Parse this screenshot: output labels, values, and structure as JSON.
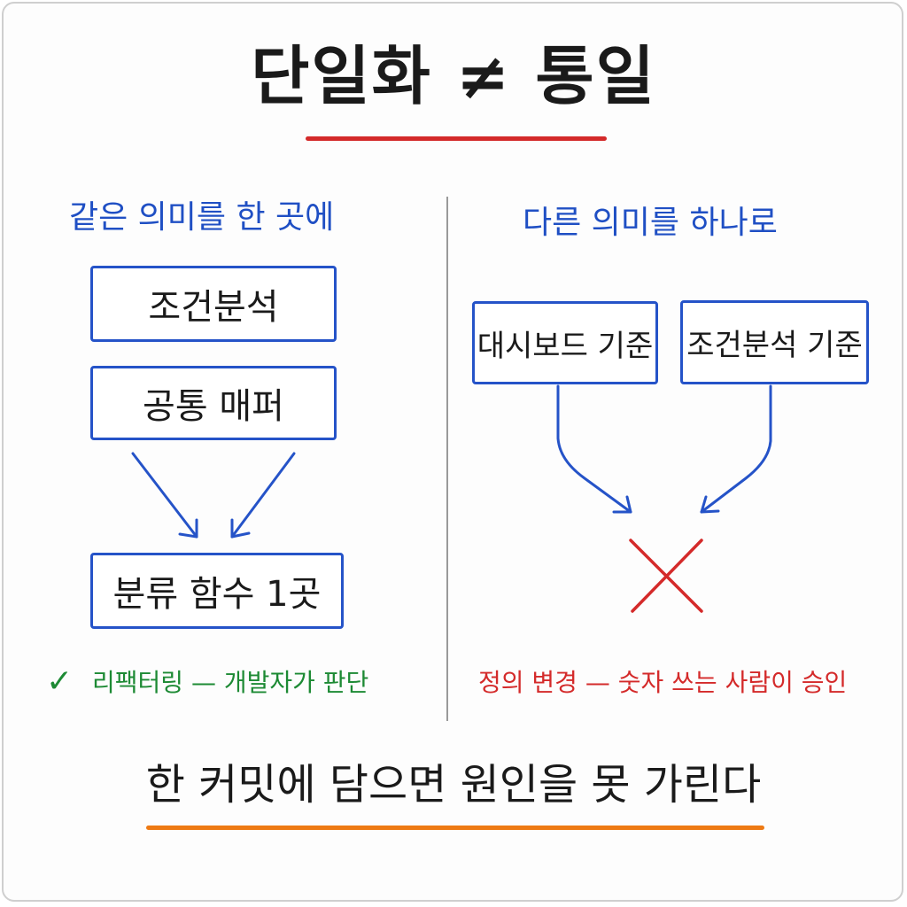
{
  "title": "단일화 ≠ 통일",
  "left": {
    "heading": "같은 의미를 한 곳에",
    "boxes": [
      "조건분석",
      "공통 매퍼"
    ],
    "result": "분류 함수 1곳",
    "note_mark": "✓",
    "note": "리팩터링 — 개발자가 판단"
  },
  "right": {
    "heading": "다른 의미를 하나로",
    "boxes": [
      "대시보드 기준",
      "조건분석 기준"
    ],
    "note": "정의 변경 — 숫자 쓰는 사람이 승인"
  },
  "bottom_line": "한 커밋에 담으면 원인을 못 가린다",
  "colors": {
    "blue": "#2553c8",
    "red": "#d42a2a",
    "green": "#1d8a34",
    "orange": "#ee7a14"
  },
  "icons": {
    "left_note_icon": "checkmark-icon",
    "right_result_icon": "red-x-icon"
  }
}
